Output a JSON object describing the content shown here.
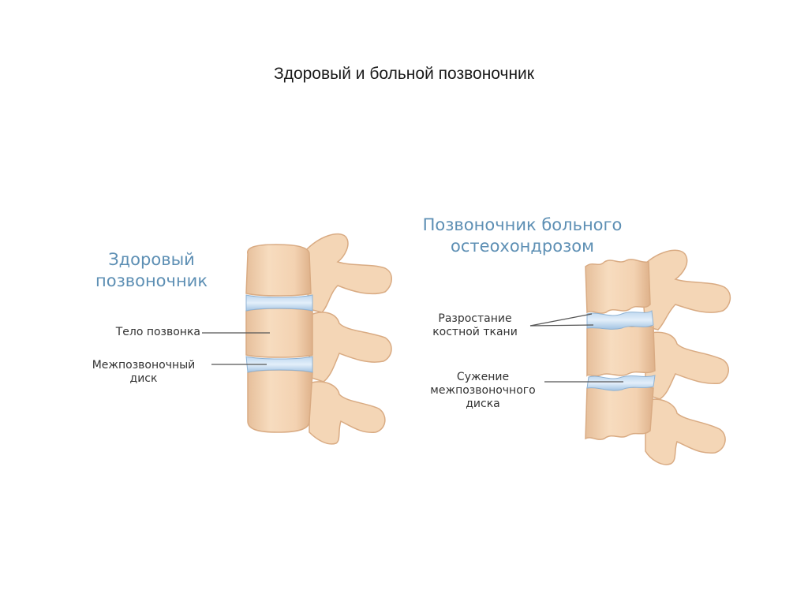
{
  "slide": {
    "title": "Здоровый и больной позвоночник"
  },
  "healthy": {
    "heading_line1": "Здоровый",
    "heading_line2": "позвоночник",
    "label_body": "Тело позвонка",
    "label_disc_line1": "Межпозвоночный",
    "label_disc_line2": "диск"
  },
  "diseased": {
    "heading_line1": "Позвоночник больного",
    "heading_line2": "остеохондрозом",
    "label_growth_line1": "Разростание",
    "label_growth_line2": "костной ткани",
    "label_narrow_line1": "Сужение",
    "label_narrow_line2": "межпозвоночного",
    "label_narrow_line3": "диска"
  },
  "colors": {
    "bone": "#f4d6b6",
    "bone_shadow": "#e2b993",
    "bone_outline": "#d9ab83",
    "disc": "#a9c9e6",
    "disc_highlight": "#dcebf8",
    "heading": "#5d8fb4",
    "leader_line": "#555555"
  }
}
